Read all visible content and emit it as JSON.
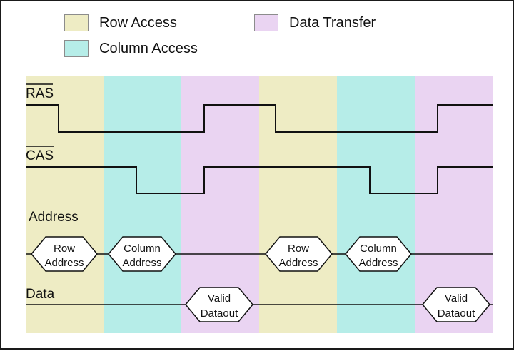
{
  "legend": {
    "row_access": "Row Access",
    "column_access": "Column Access",
    "data_transfer": "Data Transfer"
  },
  "colors": {
    "row_access": "#eeecc4",
    "column_access": "#b6ede8",
    "data_transfer": "#ead4f2",
    "line": "#111111"
  },
  "signals": {
    "ras": "RAS",
    "cas": "CAS",
    "address": "Address",
    "data": "Data"
  },
  "bus_labels": {
    "row_address": [
      "Row",
      "Address"
    ],
    "column_address": [
      "Column",
      "Address"
    ],
    "valid_dataout": [
      "Valid",
      "Dataout"
    ]
  }
}
